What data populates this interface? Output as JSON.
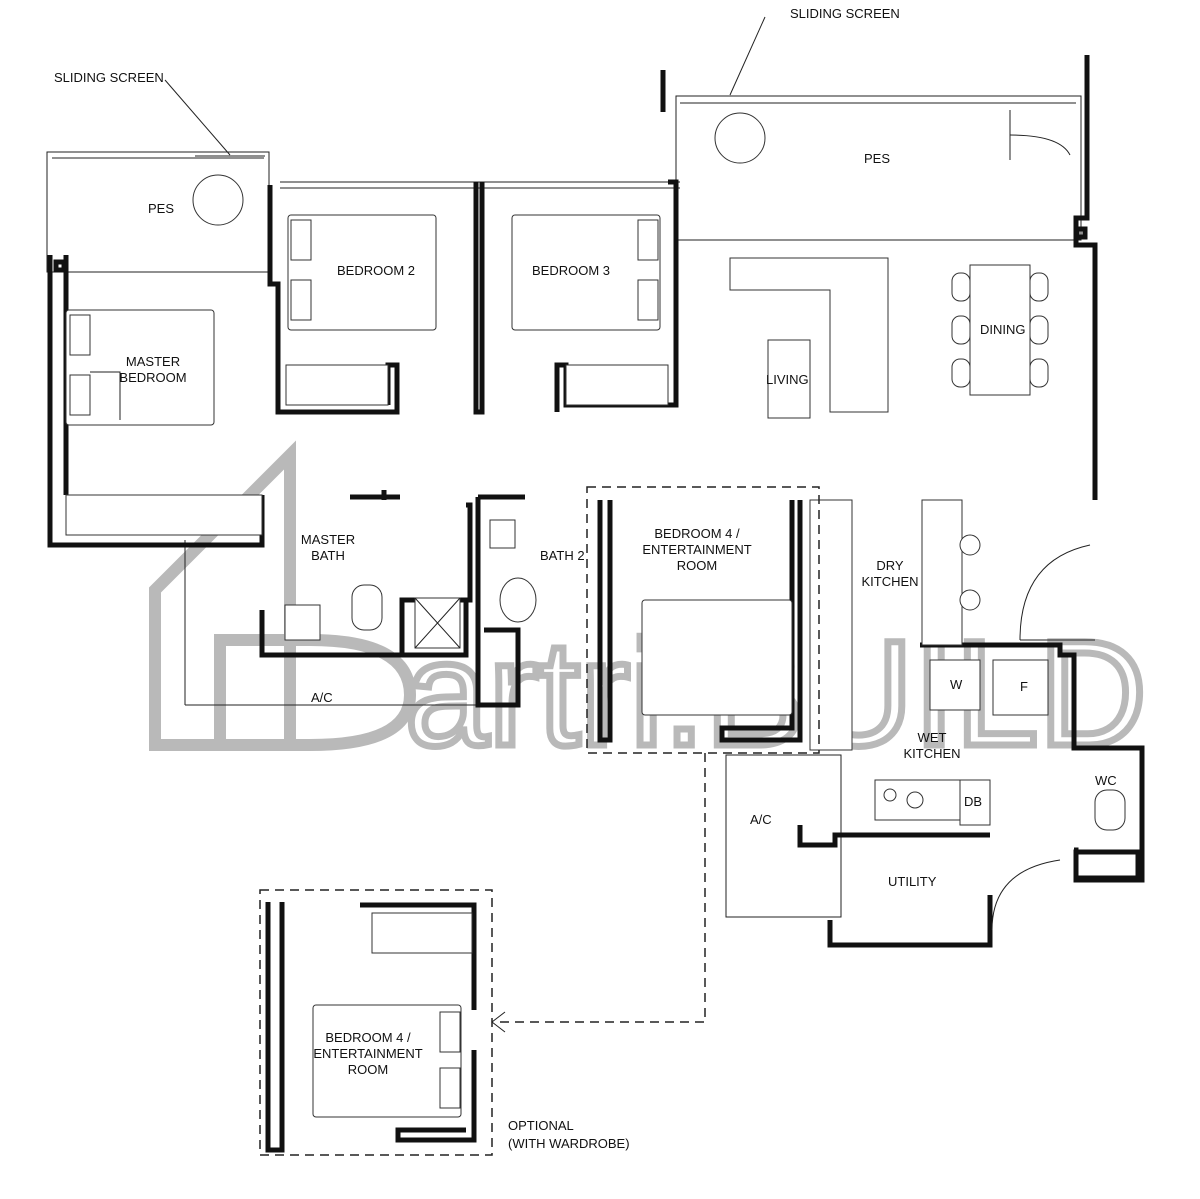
{
  "rooms": {
    "sliding_screen_left": "SLIDING SCREEN",
    "sliding_screen_right": "SLIDING SCREEN",
    "pes_left": "PES",
    "pes_right": "PES",
    "bedroom2": "BEDROOM 2",
    "bedroom3": "BEDROOM 3",
    "master_bedroom": [
      "MASTER",
      "BEDROOM"
    ],
    "living": "LIVING",
    "dining": "DINING",
    "master_bath": [
      "MASTER",
      "BATH"
    ],
    "bath2": "BATH 2",
    "bedroom4": [
      "BEDROOM 4 /",
      "ENTERTAINMENT",
      "ROOM"
    ],
    "dry_kitchen": [
      "DRY",
      "KITCHEN"
    ],
    "washer": "W",
    "fridge": "F",
    "wet_kitchen": [
      "WET",
      "KITCHEN"
    ],
    "wc": "WC",
    "db": "DB",
    "ac_left": "A/C",
    "ac_right": "A/C",
    "utility": "UTILITY",
    "bedroom4_optional": [
      "BEDROOM 4 /",
      "ENTERTAINMENT",
      "ROOM"
    ],
    "optional_note": [
      "OPTIONAL",
      "(WITH WARDROBE)"
    ]
  },
  "watermark": {
    "text": "artri.BUILD"
  }
}
